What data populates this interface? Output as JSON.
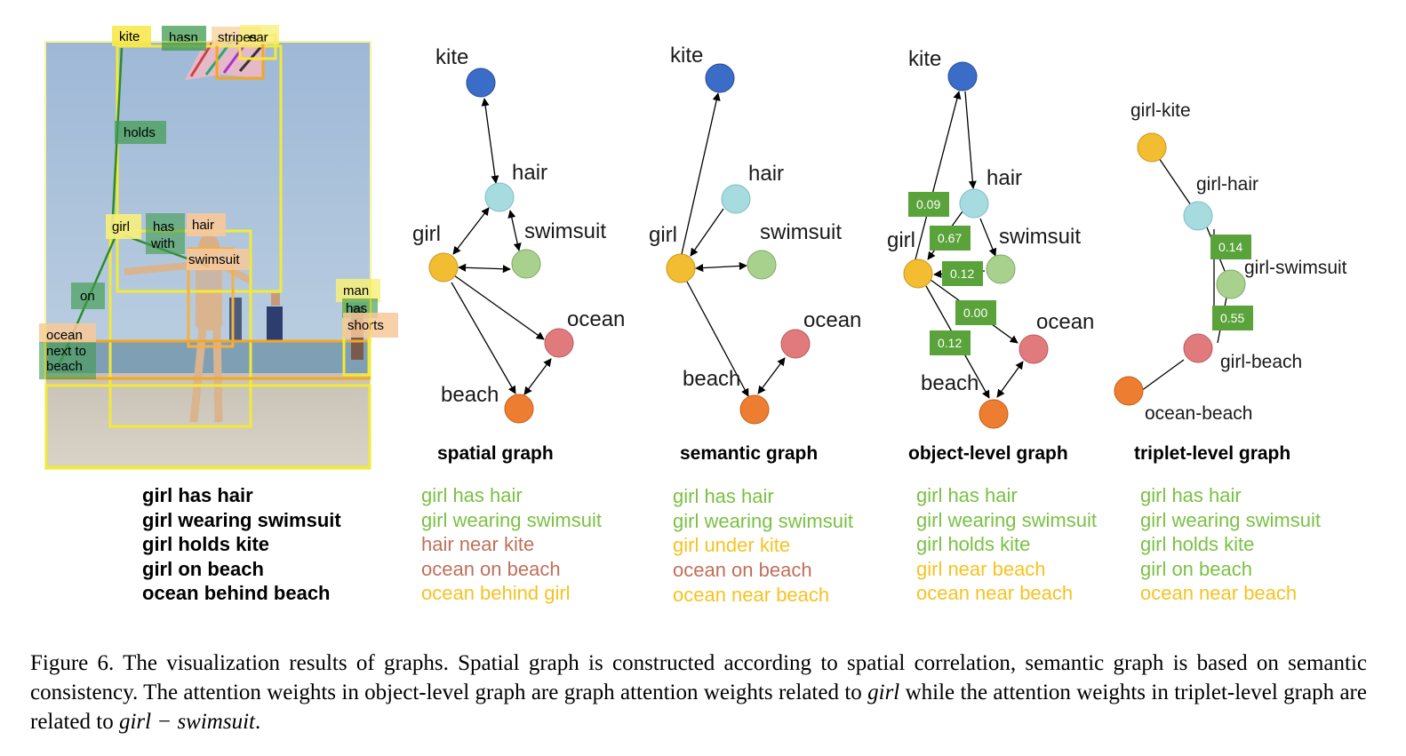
{
  "colors": {
    "kite": "#3a6cc8",
    "hair": "#a6dbe0",
    "girl": "#f3bd32",
    "swimsuit": "#a9d18e",
    "ocean": "#e07a7d",
    "beach": "#ed7d31",
    "triplet_green": "#7ac143",
    "triplet_brown": "#c0705a",
    "triplet_yellow": "#f7c221",
    "weight_box": "#5aa23a"
  },
  "image_panel": {
    "boxes": {
      "kite": "kite",
      "has_top": "has",
      "sn": "sn",
      "stripes": "stripes",
      "ear": "ear",
      "holds": "holds",
      "girl": "girl",
      "has_with": "has\nwith",
      "hair": "hair",
      "swimsuit": "swimsuit",
      "on": "on",
      "man": "man",
      "has_right": "has",
      "shorts": "shorts",
      "ocean": "ocean",
      "next_to_beach": "next to\nbeach"
    },
    "triplets": [
      "girl has hair",
      "girl wearing swimsuit",
      "girl holds kite",
      "girl on beach",
      "ocean behind beach"
    ]
  },
  "spatial": {
    "title": "spatial graph",
    "labels": {
      "kite": "kite",
      "hair": "hair",
      "girl": "girl",
      "swimsuit": "swimsuit",
      "ocean": "ocean",
      "beach": "beach"
    },
    "triplets": [
      {
        "text": "girl has hair",
        "color": "#7ac143"
      },
      {
        "text": "girl wearing swimsuit",
        "color": "#7ac143"
      },
      {
        "text": "hair near kite",
        "color": "#c0705a"
      },
      {
        "text": "ocean on beach",
        "color": "#c0705a"
      },
      {
        "text": "ocean behind girl",
        "color": "#f7c221"
      }
    ]
  },
  "semantic": {
    "title": "semantic graph",
    "labels": {
      "kite": "kite",
      "hair": "hair",
      "girl": "girl",
      "swimsuit": "swimsuit",
      "ocean": "ocean",
      "beach": "beach"
    },
    "triplets": [
      {
        "text": "girl has hair",
        "color": "#7ac143"
      },
      {
        "text": "girl wearing swimsuit",
        "color": "#7ac143"
      },
      {
        "text": "girl under kite",
        "color": "#f7c221"
      },
      {
        "text": "ocean on beach",
        "color": "#c0705a"
      },
      {
        "text": "ocean near beach",
        "color": "#f7c221"
      }
    ]
  },
  "object_level": {
    "title": "object-level graph",
    "labels": {
      "kite": "kite",
      "hair": "hair",
      "girl": "girl",
      "swimsuit": "swimsuit",
      "ocean": "ocean",
      "beach": "beach"
    },
    "weights": {
      "kite": "0.09",
      "hair": "0.67",
      "swimsuit": "0.12",
      "ocean": "0.00",
      "beach": "0.12"
    },
    "triplets": [
      {
        "text": "girl has hair",
        "color": "#7ac143"
      },
      {
        "text": "girl wearing swimsuit",
        "color": "#7ac143"
      },
      {
        "text": "girl holds kite",
        "color": "#7ac143"
      },
      {
        "text": "girl near beach",
        "color": "#f7c221"
      },
      {
        "text": "ocean near beach",
        "color": "#f7c221"
      }
    ]
  },
  "triplet_level": {
    "title": "triplet-level graph",
    "labels": {
      "girl_kite": "girl-kite",
      "girl_hair": "girl-hair",
      "girl_swimsuit": "girl-swimsuit",
      "girl_beach": "girl-beach",
      "ocean_beach": "ocean-beach"
    },
    "weights": {
      "hair": "0.14",
      "beach": "0.55"
    },
    "triplets": [
      {
        "text": "girl has hair",
        "color": "#7ac143"
      },
      {
        "text": "girl wearing swimsuit",
        "color": "#7ac143"
      },
      {
        "text": "girl holds kite",
        "color": "#7ac143"
      },
      {
        "text": "girl on beach",
        "color": "#7ac143"
      },
      {
        "text": "ocean near beach",
        "color": "#f7c221"
      }
    ]
  },
  "caption": {
    "part1": "Figure 6. The visualization results of graphs.  Spatial graph is constructed according to spatial correlation, semantic graph is based on semantic consistency. The attention weights in object-level graph are graph attention weights related to ",
    "math1": "girl",
    "part2": " while the attention weights in triplet-level graph are related to ",
    "math2": "girl − swimsuit",
    "part3": "."
  }
}
